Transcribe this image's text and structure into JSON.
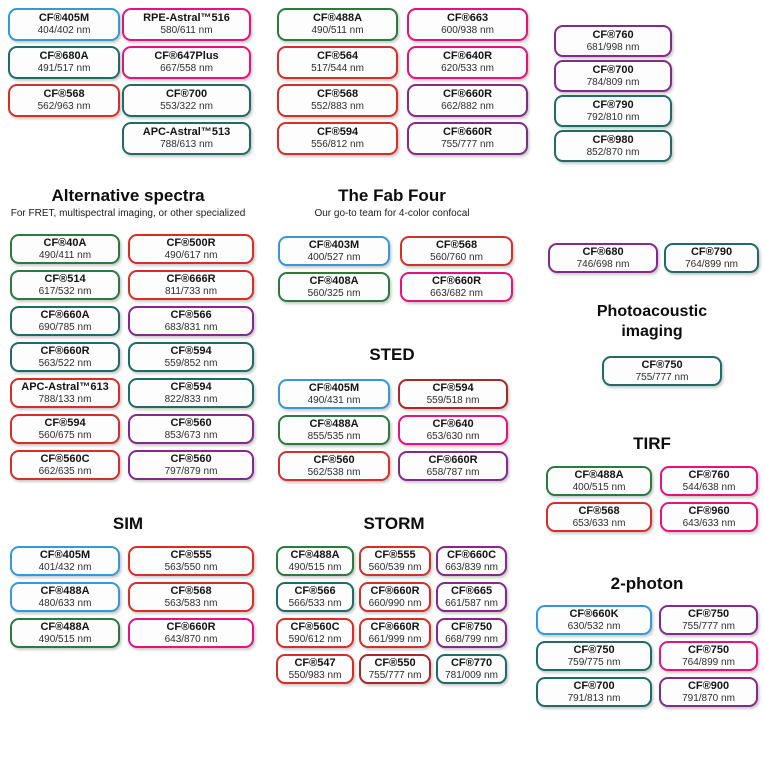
{
  "colors": {
    "blue": "#3598DB",
    "green": "#2B7A3F",
    "teal": "#206B66",
    "red": "#D3302A",
    "darkred": "#A62B28",
    "pink": "#E8127E",
    "purple": "#842A8A"
  },
  "top_columns": [
    [
      {
        "name": "CF®405M",
        "value": "404/402 nm",
        "color": "blue"
      },
      {
        "name": "CF®680A",
        "value": "491/517 nm",
        "color": "teal"
      },
      {
        "name": "CF®568",
        "value": "562/963 nm",
        "color": "red"
      }
    ],
    [
      {
        "name": "RPE-Astral™516",
        "value": "580/611 nm",
        "color": "pink"
      },
      {
        "name": "CF®647Plus",
        "value": "667/558 nm",
        "color": "pink"
      },
      {
        "name": "CF®700",
        "value": "553/322 nm",
        "color": "teal"
      },
      {
        "name": "APC-Astral™513",
        "value": "788/613 nm",
        "color": "teal"
      }
    ],
    [
      {
        "name": "CF®488A",
        "value": "490/511 nm",
        "color": "green"
      },
      {
        "name": "CF®564",
        "value": "517/544 nm",
        "color": "red"
      },
      {
        "name": "CF®568",
        "value": "552/883 nm",
        "color": "red"
      },
      {
        "name": "CF®594",
        "value": "556/812 nm",
        "color": "red"
      }
    ],
    [
      {
        "name": "CF®663",
        "value": "600/938 nm",
        "color": "pink"
      },
      {
        "name": "CF®640R",
        "value": "620/533 nm",
        "color": "pink"
      },
      {
        "name": "CF®660R",
        "value": "662/882 nm",
        "color": "purple"
      },
      {
        "name": "CF®660R",
        "value": "755/777 nm",
        "color": "purple"
      }
    ],
    [
      {
        "name": "CF®760",
        "value": "681/998 nm",
        "color": "purple"
      },
      {
        "name": "CF®700",
        "value": "784/809 nm",
        "color": "purple"
      },
      {
        "name": "CF®790",
        "value": "792/810 nm",
        "color": "teal"
      },
      {
        "name": "CF®980",
        "value": "852/870 nm",
        "color": "teal"
      }
    ]
  ],
  "sections": {
    "alt": {
      "title": "Alternative spectra",
      "subtitle": "For FRET, multispectral imaging, or other specialized",
      "chips": [
        {
          "name": "CF®40A",
          "value": "490/411 nm",
          "color": "green"
        },
        {
          "name": "CF®500R",
          "value": "490/617 nm",
          "color": "red"
        },
        {
          "name": "CF®514",
          "value": "617/532 nm",
          "color": "green"
        },
        {
          "name": "CF®666R",
          "value": "811/733 nm",
          "color": "red"
        },
        {
          "name": "CF®660A",
          "value": "690/785 nm",
          "color": "teal"
        },
        {
          "name": "CF®566",
          "value": "683/831 nm",
          "color": "purple"
        },
        {
          "name": "CF®660R",
          "value": "563/522 nm",
          "color": "teal"
        },
        {
          "name": "CF®594",
          "value": "559/852 nm",
          "color": "teal"
        },
        {
          "name": "APC-Astral™613",
          "value": "788/133 nm",
          "color": "red"
        },
        {
          "name": "CF®594",
          "value": "822/833 nm",
          "color": "teal"
        },
        {
          "name": "CF®594",
          "value": "560/675 nm",
          "color": "red"
        },
        {
          "name": "CF®560",
          "value": "853/673 nm",
          "color": "purple"
        },
        {
          "name": "CF®560C",
          "value": "662/635 nm",
          "color": "red"
        },
        {
          "name": "CF®560",
          "value": "797/879 nm",
          "color": "purple"
        }
      ]
    },
    "fab": {
      "title": "The Fab Four",
      "subtitle": "Our go-to team for 4-color confocal",
      "chips": [
        {
          "name": "CF®403M",
          "value": "400/527 nm",
          "color": "blue"
        },
        {
          "name": "CF®568",
          "value": "560/760 nm",
          "color": "red"
        },
        {
          "name": "CF®408A",
          "value": "560/325 nm",
          "color": "green"
        },
        {
          "name": "CF®660R",
          "value": "663/682 nm",
          "color": "pink"
        }
      ]
    },
    "sted": {
      "title": "STED",
      "chips": [
        {
          "name": "CF®405M",
          "value": "490/431 nm",
          "color": "blue"
        },
        {
          "name": "CF®594",
          "value": "559/518 nm",
          "color": "darkred"
        },
        {
          "name": "CF®488A",
          "value": "855/535 nm",
          "color": "green"
        },
        {
          "name": "CF®640",
          "value": "653/630 nm",
          "color": "pink"
        },
        {
          "name": "CF®560",
          "value": "562/538 nm",
          "color": "red"
        },
        {
          "name": "CF®660R",
          "value": "658/787 nm",
          "color": "purple"
        }
      ]
    },
    "sim": {
      "title": "SIM",
      "chips": [
        {
          "name": "CF®405M",
          "value": "401/432 nm",
          "color": "blue"
        },
        {
          "name": "CF®555",
          "value": "563/550 nm",
          "color": "red"
        },
        {
          "name": "CF®488A",
          "value": "480/633 nm",
          "color": "blue"
        },
        {
          "name": "CF®568",
          "value": "563/583 nm",
          "color": "red"
        },
        {
          "name": "CF®488A",
          "value": "490/515 nm",
          "color": "green"
        },
        {
          "name": "CF®660R",
          "value": "643/870 nm",
          "color": "pink"
        }
      ]
    },
    "storm": {
      "title": "STORM",
      "chips": [
        {
          "name": "CF®488A",
          "value": "490/515 nm",
          "color": "green"
        },
        {
          "name": "CF®555",
          "value": "560/539 nm",
          "color": "red"
        },
        {
          "name": "CF®660C",
          "value": "663/839 nm",
          "color": "purple"
        },
        {
          "name": "CF®566",
          "value": "566/533 nm",
          "color": "teal"
        },
        {
          "name": "CF®660R",
          "value": "660/990 nm",
          "color": "red"
        },
        {
          "name": "CF®665",
          "value": "661/587 nm",
          "color": "purple"
        },
        {
          "name": "CF®560C",
          "value": "590/612 nm",
          "color": "red"
        },
        {
          "name": "CF®660R",
          "value": "661/999 nm",
          "color": "red"
        },
        {
          "name": "CF®750",
          "value": "668/799 nm",
          "color": "purple"
        },
        {
          "name": "CF®547",
          "value": "550/983 nm",
          "color": "red"
        },
        {
          "name": "CF®550",
          "value": "755/777 nm",
          "color": "darkred"
        },
        {
          "name": "CF®770",
          "value": "781/009 nm",
          "color": "teal"
        }
      ]
    },
    "pair": {
      "chips": [
        {
          "name": "CF®680",
          "value": "746/698 nm",
          "color": "purple"
        },
        {
          "name": "CF®790",
          "value": "764/899 nm",
          "color": "teal"
        }
      ]
    },
    "photo": {
      "title": "Photoacoustic imaging",
      "chips": [
        {
          "name": "CF®750",
          "value": "755/777 nm",
          "color": "teal"
        }
      ]
    },
    "tirf": {
      "title": "TIRF",
      "chips": [
        {
          "name": "CF®488A",
          "value": "400/515 nm",
          "color": "green"
        },
        {
          "name": "CF®760",
          "value": "544/638 nm",
          "color": "pink"
        },
        {
          "name": "CF®568",
          "value": "653/633 nm",
          "color": "red"
        },
        {
          "name": "CF®960",
          "value": "643/633 nm",
          "color": "pink"
        }
      ]
    },
    "twophoton": {
      "title": "2-photon",
      "chips": [
        {
          "name": "CF®660K",
          "value": "630/532 nm",
          "color": "blue"
        },
        {
          "name": "CF®750",
          "value": "755/777 nm",
          "color": "purple"
        },
        {
          "name": "CF®750",
          "value": "759/775 nm",
          "color": "teal"
        },
        {
          "name": "CF®750",
          "value": "764/899 nm",
          "color": "pink"
        },
        {
          "name": "CF®700",
          "value": "791/813 nm",
          "color": "teal"
        },
        {
          "name": "CF®900",
          "value": "791/870 nm",
          "color": "purple"
        }
      ]
    }
  }
}
